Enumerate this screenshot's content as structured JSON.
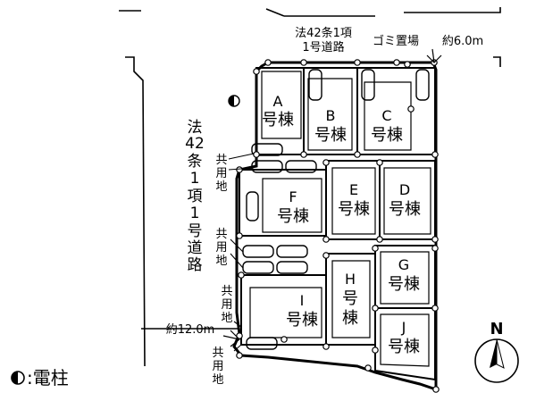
{
  "road_north": {
    "line1": "法42条1項",
    "line2": "1号道路"
  },
  "road_west": {
    "chars": [
      "法",
      "42",
      "条",
      "1",
      "項",
      "1",
      "号",
      "道",
      "路"
    ]
  },
  "trash_area": "ゴミ置場",
  "width_north": "約6.0m",
  "width_south": "約12.0m",
  "common_land_chars": [
    "共",
    "用",
    "地"
  ],
  "lot_word": [
    "号",
    "棟"
  ],
  "lots": [
    {
      "letter": "A"
    },
    {
      "letter": "B"
    },
    {
      "letter": "C"
    },
    {
      "letter": "F"
    },
    {
      "letter": "E"
    },
    {
      "letter": "D"
    },
    {
      "letter": "G"
    },
    {
      "letter": "H"
    },
    {
      "letter": "I"
    },
    {
      "letter": "J"
    }
  ],
  "legend": {
    "text": ":電柱"
  },
  "compass": {
    "label": "N"
  }
}
